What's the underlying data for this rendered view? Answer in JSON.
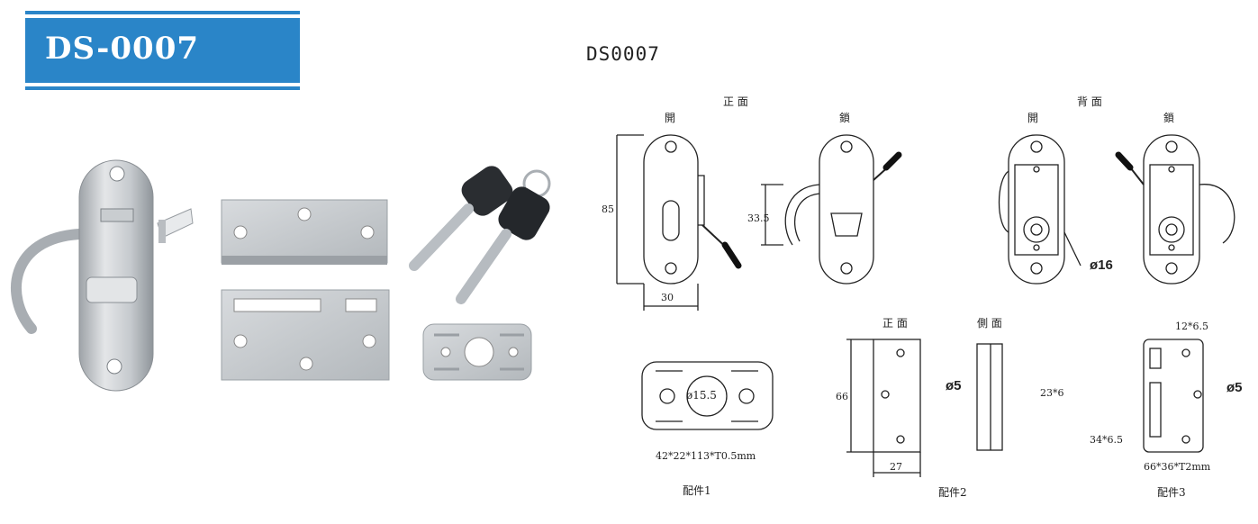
{
  "badge": {
    "title": "DS-0007"
  },
  "drawing": {
    "title": "DS0007",
    "front": {
      "heading": "正 面",
      "open": "開",
      "lock": "鎖",
      "height": "85",
      "width": "30",
      "hook": "33.5"
    },
    "back": {
      "heading": "背 面",
      "open": "開",
      "lock": "鎖",
      "cylinder": "ø16"
    },
    "part1": {
      "hole": "ø15.5",
      "spec": "42*22*113*T0.5mm",
      "name": "配件1"
    },
    "part2": {
      "front": "正 面",
      "side": "側 面",
      "height": "66",
      "width": "27",
      "hole": "ø5",
      "slots": "23*6",
      "name": "配件2"
    },
    "part3": {
      "slot_top": "12*6.5",
      "slot_bottom": "34*6.5",
      "hole": "ø5",
      "spec": "66*36*T2mm",
      "name": "配件3"
    }
  }
}
